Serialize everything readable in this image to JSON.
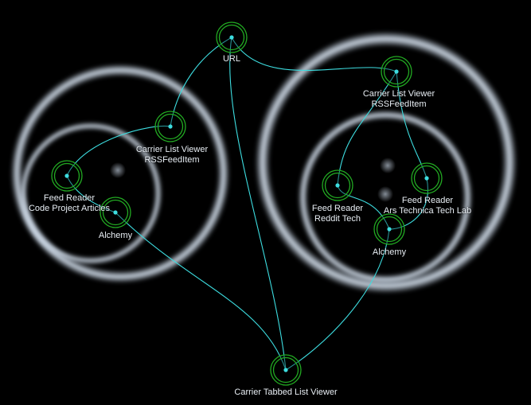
{
  "nodes": [
    {
      "id": "url",
      "lines": [
        "URL"
      ]
    },
    {
      "id": "carrier-list-viewer-left",
      "lines": [
        "Carrier List Viewer",
        "RSSFeedItem"
      ]
    },
    {
      "id": "feed-reader-codeproject",
      "lines": [
        "Feed Reader",
        "Code Project Articles"
      ]
    },
    {
      "id": "alchemy-left",
      "lines": [
        "Alchemy"
      ]
    },
    {
      "id": "carrier-list-viewer-right",
      "lines": [
        "Carrier List Viewer",
        "RSSFeedItem"
      ]
    },
    {
      "id": "feed-reader-reddit",
      "lines": [
        "Feed Reader",
        "Reddit Tech"
      ]
    },
    {
      "id": "feed-reader-arstechnica",
      "lines": [
        "Feed Reader",
        "Ars Technica Tech Lab"
      ]
    },
    {
      "id": "alchemy-right",
      "lines": [
        "Alchemy"
      ]
    },
    {
      "id": "carrier-tabbed-list-viewer",
      "lines": [
        "Carrier Tabbed List Viewer"
      ]
    }
  ],
  "edges": [
    [
      "url",
      "carrier-list-viewer-left"
    ],
    [
      "url",
      "carrier-list-viewer-right"
    ],
    [
      "url",
      "carrier-tabbed-list-viewer"
    ],
    [
      "carrier-list-viewer-left",
      "feed-reader-codeproject"
    ],
    [
      "feed-reader-codeproject",
      "alchemy-left"
    ],
    [
      "alchemy-left",
      "carrier-tabbed-list-viewer"
    ],
    [
      "carrier-list-viewer-right",
      "feed-reader-reddit"
    ],
    [
      "carrier-list-viewer-right",
      "feed-reader-arstechnica"
    ],
    [
      "feed-reader-reddit",
      "alchemy-right"
    ],
    [
      "feed-reader-arstechnica",
      "alchemy-right"
    ],
    [
      "alchemy-right",
      "carrier-tabbed-list-viewer"
    ]
  ],
  "colors": {
    "background": "#000000",
    "edge": "#3ddde0",
    "node_ring": "#22aa22",
    "label": "#e8eef4",
    "group_glow": "#b8c8dc"
  }
}
